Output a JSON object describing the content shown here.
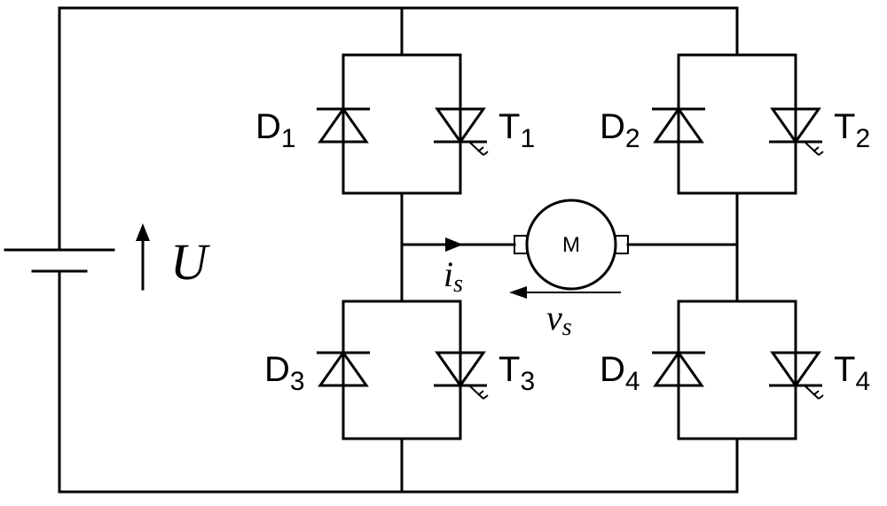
{
  "diagram": {
    "supply": {
      "symbol": "U"
    },
    "motor": {
      "label": "M"
    },
    "current": {
      "main": "i",
      "sub": "s"
    },
    "voltage": {
      "main": "v",
      "sub": "s"
    },
    "devices": [
      {
        "diode": {
          "main": "D",
          "sub": "1"
        },
        "thyristor": {
          "main": "T",
          "sub": "1"
        }
      },
      {
        "diode": {
          "main": "D",
          "sub": "2"
        },
        "thyristor": {
          "main": "T",
          "sub": "2"
        }
      },
      {
        "diode": {
          "main": "D",
          "sub": "3"
        },
        "thyristor": {
          "main": "T",
          "sub": "3"
        }
      },
      {
        "diode": {
          "main": "D",
          "sub": "4"
        },
        "thyristor": {
          "main": "T",
          "sub": "4"
        }
      }
    ]
  }
}
